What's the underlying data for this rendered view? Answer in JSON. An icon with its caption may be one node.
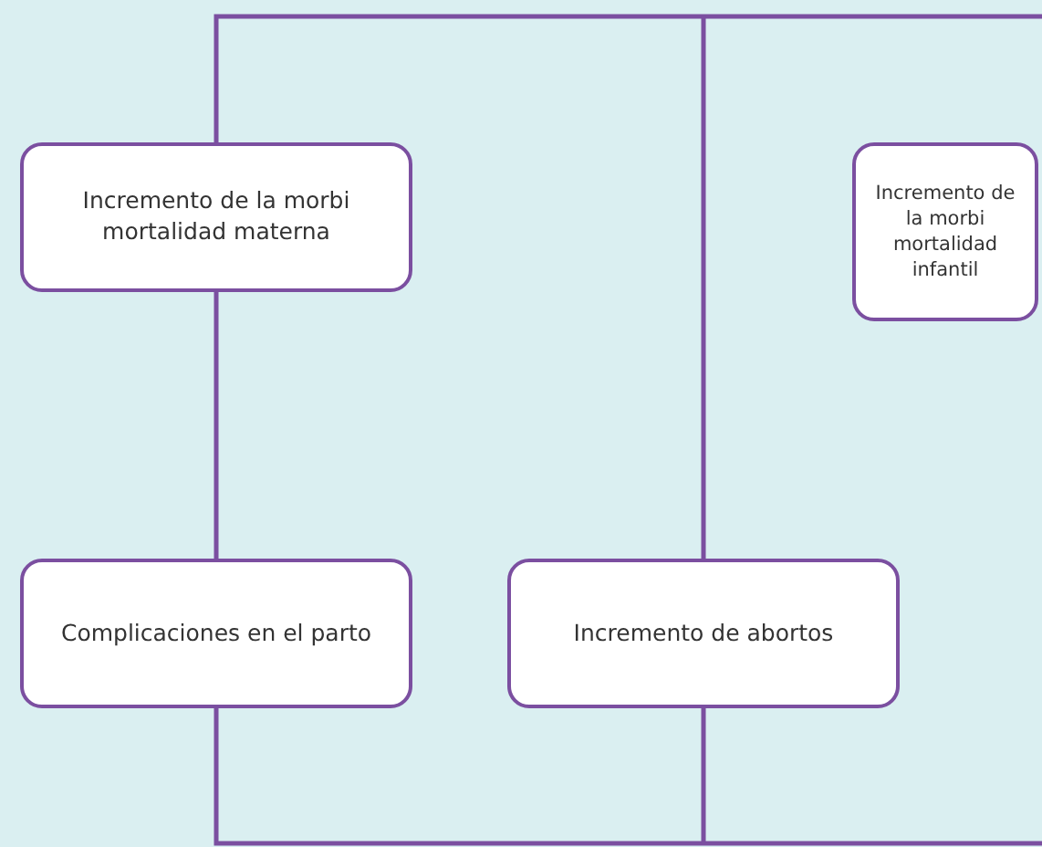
{
  "diagram": {
    "nodes": [
      {
        "text": [
          "Incremento de la morbi mortalidad materna"
        ]
      },
      {
        "text": [
          "Incremento de la morbi mortalidad infantil"
        ]
      },
      {
        "text": [
          "Complicaciones en el parto"
        ]
      },
      {
        "text": [
          "Incremento de abortos"
        ]
      }
    ],
    "edges": [
      {
        "from": 0,
        "to": null,
        "arrow": "none"
      },
      {
        "from": 3,
        "to": null,
        "arrow": "none"
      },
      {
        "from": 0,
        "to": 2,
        "arrow": "none"
      },
      {
        "from": 2,
        "to": null,
        "arrow": "none"
      },
      {
        "from": 3,
        "to": null,
        "arrow": "none"
      }
    ]
  }
}
